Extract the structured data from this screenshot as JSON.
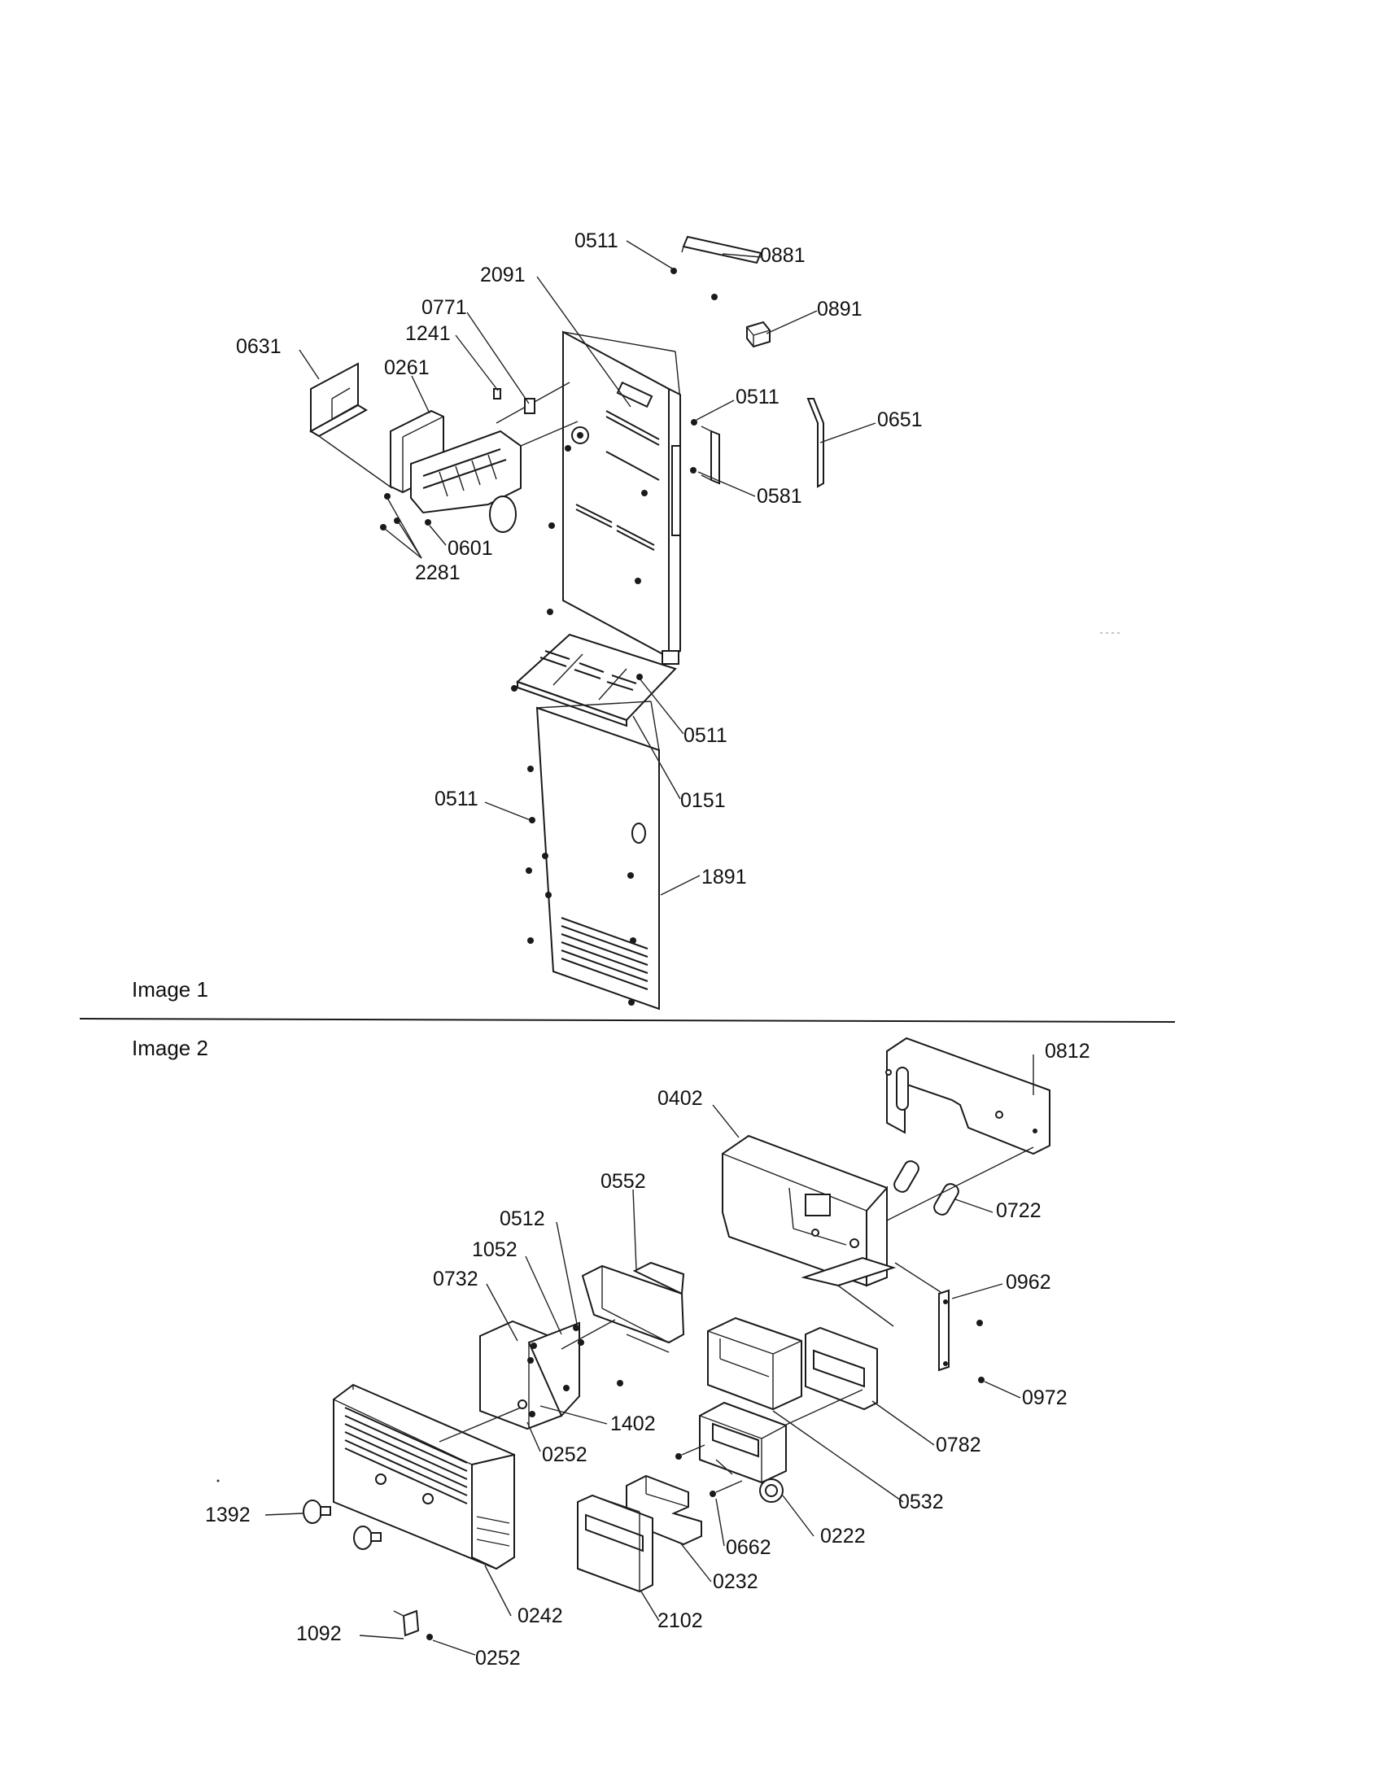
{
  "sections": {
    "image1": "Image 1",
    "image2": "Image 2"
  },
  "parts": {
    "p0511_a": "0511",
    "p0881": "0881",
    "p2091": "2091",
    "p0891": "0891",
    "p0771": "0771",
    "p1241": "1241",
    "p0631": "0631",
    "p0261": "0261",
    "p0511_b": "0511",
    "p0651": "0651",
    "p0581": "0581",
    "p0601": "0601",
    "p2281": "2281",
    "p0511_c": "0511",
    "p0151": "0151",
    "p0511_d": "0511",
    "p1891": "1891",
    "p0812": "0812",
    "p0402": "0402",
    "p0552": "0552",
    "p0722": "0722",
    "p0512": "0512",
    "p1052": "1052",
    "p0732": "0732",
    "p0962": "0962",
    "p0972": "0972",
    "p1402": "1402",
    "p0252_a": "0252",
    "p0782": "0782",
    "p0532": "0532",
    "p1392": "1392",
    "p0222": "0222",
    "p0662": "0662",
    "p0232": "0232",
    "p0242": "0242",
    "p2102": "2102",
    "p1092": "1092",
    "p0252_b": "0252"
  }
}
